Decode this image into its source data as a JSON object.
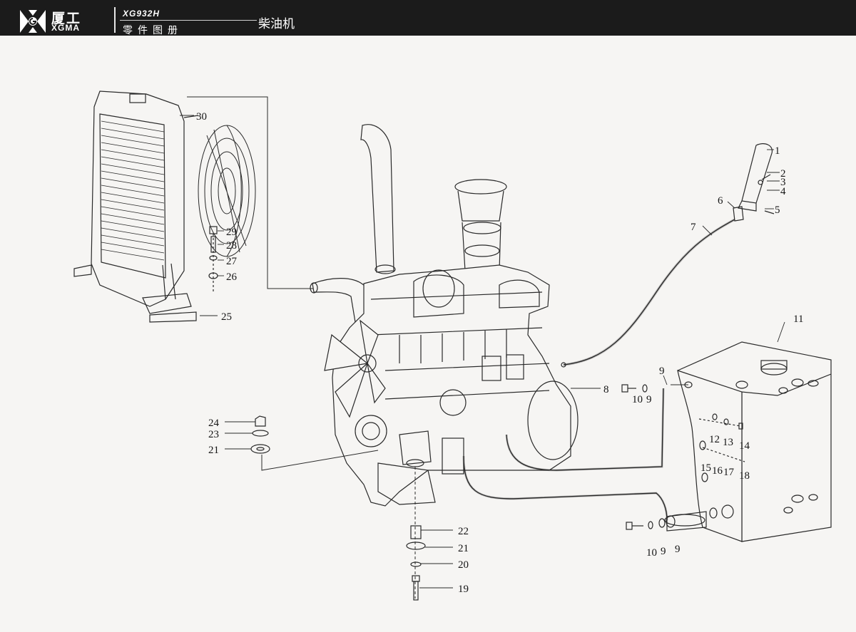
{
  "header": {
    "brand_cn": "厦工",
    "brand_en": "XGMA",
    "model": "XG932H",
    "catalog": "零件图册",
    "section": "柴油机",
    "logo_icon": "xgma-logo-icon"
  },
  "colors": {
    "header_bg": "#1b1b1b",
    "line": "#2a2a2a",
    "paper": "#f6f5f3"
  },
  "callouts": {
    "c1": "1",
    "c2": "2",
    "c3": "3",
    "c4": "4",
    "c5": "5",
    "c6": "6",
    "c7": "7",
    "c8": "8",
    "c9a": "9",
    "c9b": "9",
    "c9c": "9",
    "c9d": "9",
    "c10a": "10",
    "c10b": "10",
    "c11": "11",
    "c12": "12",
    "c13": "13",
    "c14": "14",
    "c15": "15",
    "c16": "16",
    "c17": "17",
    "c18": "18",
    "c19": "19",
    "c20": "20",
    "c21a": "21",
    "c21b": "21",
    "c22": "22",
    "c23": "23",
    "c24": "24",
    "c25": "25",
    "c26": "26",
    "c27": "27",
    "c28": "28",
    "c29": "29",
    "c30": "30"
  }
}
